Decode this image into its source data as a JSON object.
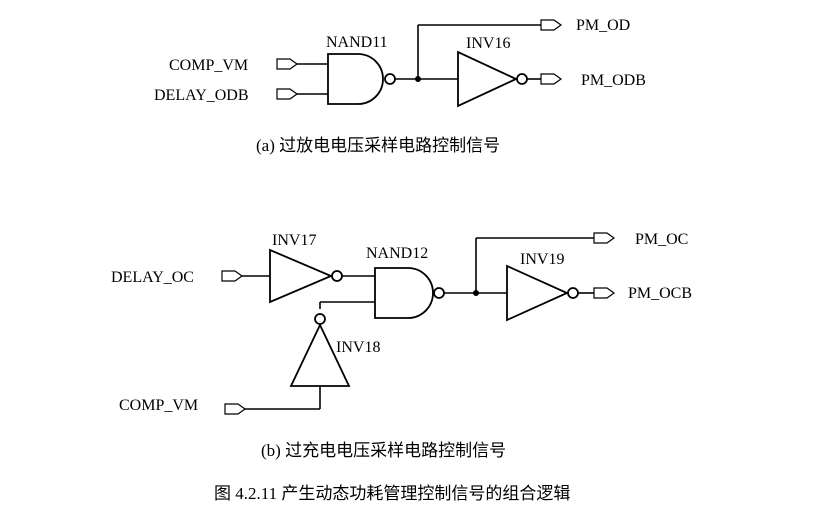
{
  "circuit_a": {
    "gate_nand": "NAND11",
    "gate_inv": "INV16",
    "in_top": "COMP_VM",
    "in_bottom": "DELAY_ODB",
    "out_top": "PM_OD",
    "out_bottom": "PM_ODB",
    "caption": "(a) 过放电电压采样电路控制信号"
  },
  "circuit_b": {
    "gate_inv_in": "INV17",
    "gate_nand": "NAND12",
    "gate_inv_out": "INV19",
    "gate_inv_up": "INV18",
    "in_top": "DELAY_OC",
    "in_bottom": "COMP_VM",
    "out_top": "PM_OC",
    "out_bottom": "PM_OCB",
    "caption": "(b) 过充电电压采样电路控制信号"
  },
  "figure_caption": "图 4.2.11 产生动态功耗管理控制信号的组合逻辑"
}
